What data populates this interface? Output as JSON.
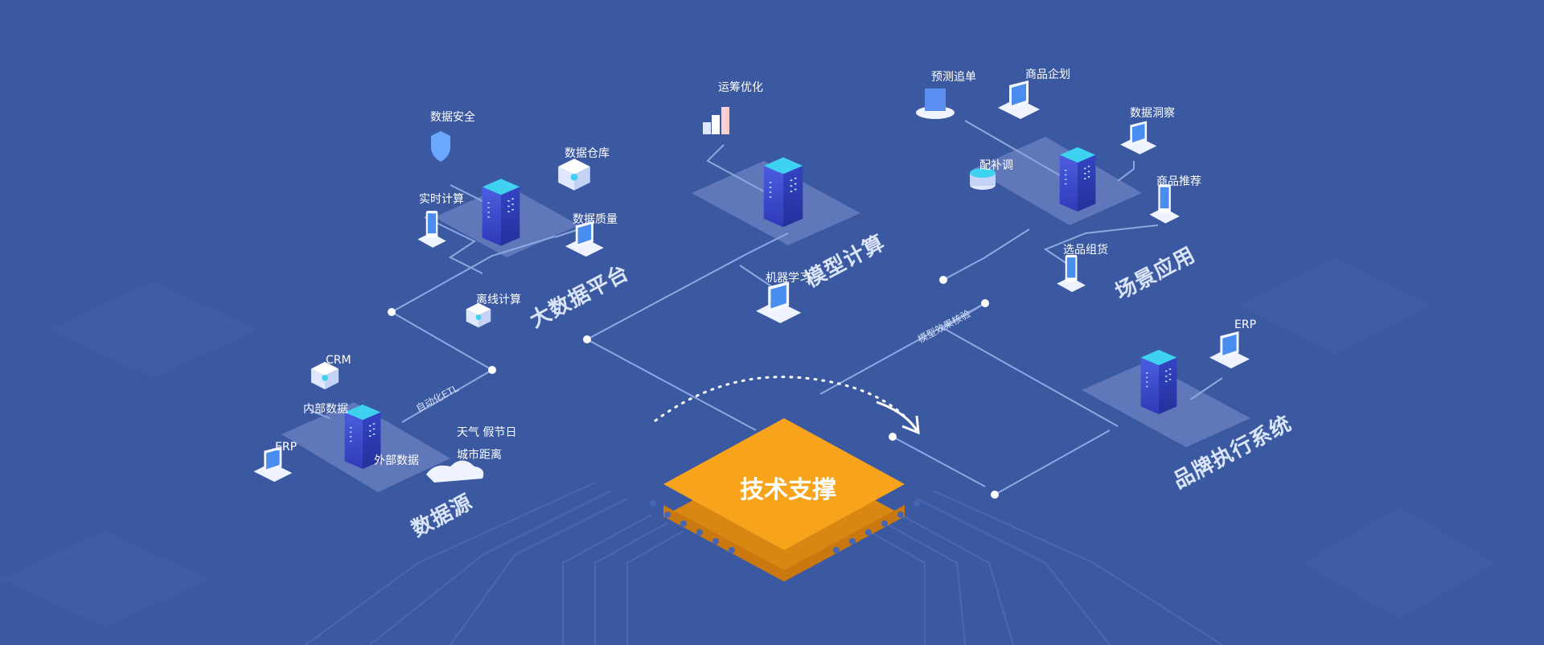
{
  "core": {
    "label": "技术支撑",
    "color": "#f7a31c"
  },
  "colors": {
    "background": "#3b59a0",
    "server": "#3f4fd4",
    "server_top": "#3fd1f0",
    "line": "#8fa8df"
  },
  "sections": {
    "data_source": {
      "title": "数据源",
      "inner": "内部数据",
      "outer": "外部数据",
      "crm": "CRM",
      "erp": "ERP",
      "weather": "天气 假节日",
      "city": "城市距离"
    },
    "etl": {
      "label": "自动化ETL"
    },
    "big_data": {
      "title": "大数据平台",
      "security": "数据安全",
      "warehouse": "数据仓库",
      "realtime": "实时计算",
      "quality": "数据质量",
      "offline": "离线计算"
    },
    "model": {
      "title": "模型计算",
      "optimize": "运筹优化",
      "ml": "机器学习"
    },
    "scenario": {
      "title": "场景应用",
      "forecast": "预测追单",
      "planning": "商品企划",
      "insight": "数据洞察",
      "replenish": "配补调",
      "recommend": "商品推荐",
      "assortment": "选品组货"
    },
    "verify": {
      "label": "模型效果核验"
    },
    "brand": {
      "title": "品牌执行系统",
      "erp": "ERP"
    }
  }
}
